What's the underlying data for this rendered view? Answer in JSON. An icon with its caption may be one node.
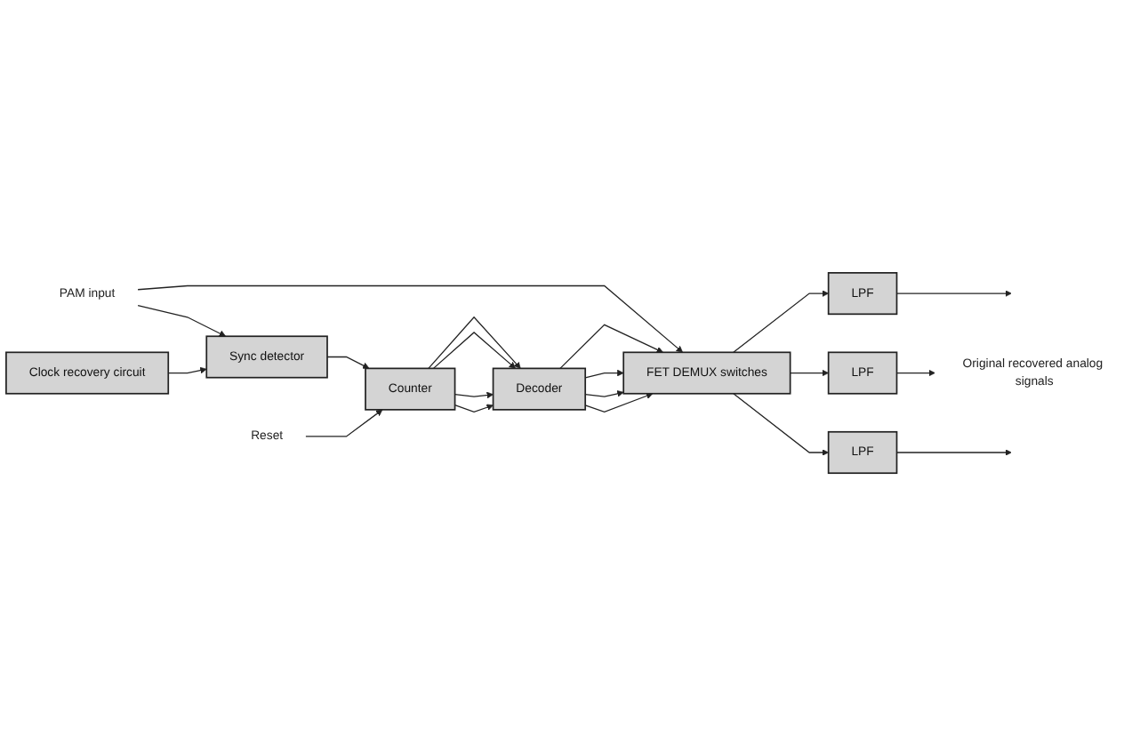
{
  "diagram": {
    "nodes": [
      {
        "text": [
          "PAM input"
        ]
      },
      {
        "text": [
          "FET DEMUX switches"
        ]
      },
      {
        "text": [
          "LPF"
        ]
      },
      {
        "text": [
          "LPF"
        ]
      },
      {
        "text": [
          "LPF"
        ]
      },
      {
        "text": [
          "Decoder"
        ]
      },
      {
        "text": [
          "Counter"
        ]
      },
      {
        "text": [
          "Sync detector"
        ]
      },
      {
        "text": [
          "Clock recovery circuit"
        ]
      },
      {
        "text": [
          "Original recovered analog signals"
        ]
      },
      {
        "text": [
          "Reset"
        ]
      }
    ],
    "edges": [
      {
        "from": 0,
        "to": 1,
        "arrow": "to"
      },
      {
        "from": 0,
        "to": 7,
        "arrow": "to"
      },
      {
        "from": 1,
        "to": 2,
        "arrow": "to"
      },
      {
        "from": 1,
        "to": 3,
        "arrow": "to"
      },
      {
        "from": 1,
        "to": 4,
        "arrow": "to"
      },
      {
        "from": 2,
        "to": null,
        "arrow": "to"
      },
      {
        "from": 3,
        "to": 9,
        "arrow": "to"
      },
      {
        "from": 4,
        "to": null,
        "arrow": "to"
      },
      {
        "from": 5,
        "to": 1,
        "arrow": "to"
      },
      {
        "from": 5,
        "to": 1,
        "arrow": "to"
      },
      {
        "from": 5,
        "to": 1,
        "arrow": "to"
      },
      {
        "from": 5,
        "to": 1,
        "arrow": "to"
      },
      {
        "from": 6,
        "to": 5,
        "arrow": "to"
      },
      {
        "from": 6,
        "to": 5,
        "arrow": "to"
      },
      {
        "from": 6,
        "to": 5,
        "arrow": "to"
      },
      {
        "from": 6,
        "to": 5,
        "arrow": "to"
      },
      {
        "from": 7,
        "to": 6,
        "arrow": "to"
      },
      {
        "from": 8,
        "to": 7,
        "arrow": "to"
      },
      {
        "from": 10,
        "to": 6,
        "arrow": "to"
      }
    ]
  }
}
